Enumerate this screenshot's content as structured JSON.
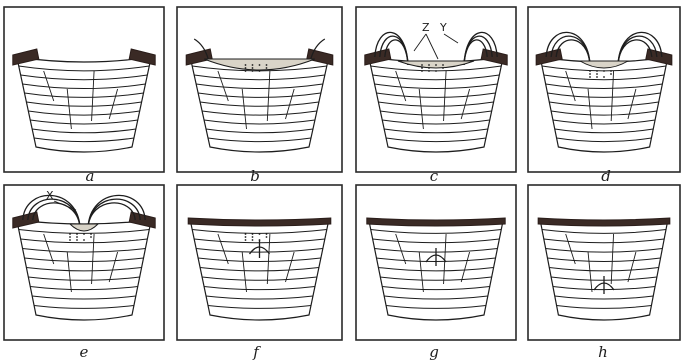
{
  "panels": [
    {
      "id": "a",
      "label": "a"
    },
    {
      "id": "b",
      "label": "b"
    },
    {
      "id": "c",
      "label": "c",
      "callouts": [
        "Z",
        "Y"
      ]
    },
    {
      "id": "d",
      "label": "d"
    },
    {
      "id": "e",
      "label": "e",
      "callouts": [
        "X"
      ]
    },
    {
      "id": "f",
      "label": "f"
    },
    {
      "id": "g",
      "label": "g"
    },
    {
      "id": "h",
      "label": "h"
    }
  ],
  "colors": {
    "bark": "#3a2a25",
    "ink": "#1d1d1d",
    "wound_fill": "#d9d4c8",
    "background": "#ffffff"
  }
}
